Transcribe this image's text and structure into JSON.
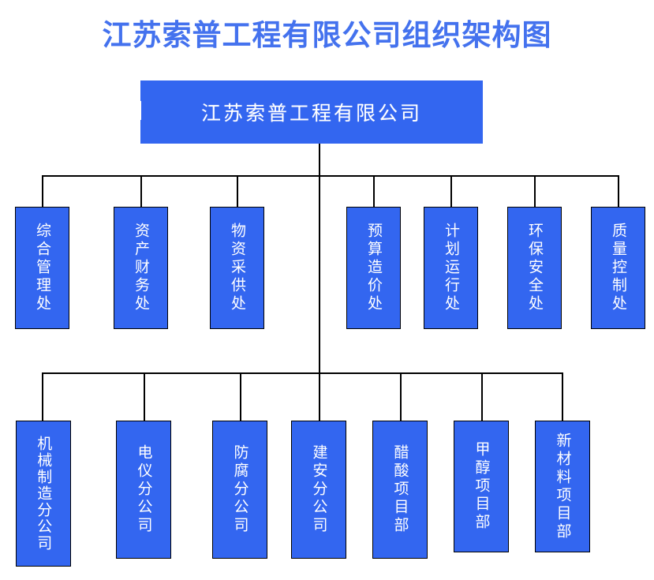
{
  "title": "江苏索普工程有限公司组织架构图",
  "colors": {
    "title_blue": "#4472EE",
    "box_fill": "#3366F0",
    "box_border": "#000000",
    "box_text": "#FFFFFF",
    "background": "#FFFFFF",
    "connector": "#000000"
  },
  "root": {
    "label": "江苏索普工程有限公司"
  },
  "departments": [
    {
      "label": "综合管理处"
    },
    {
      "label": "资产财务处"
    },
    {
      "label": "物资采供处"
    },
    {
      "label": "预算造价处"
    },
    {
      "label": "计划运行处"
    },
    {
      "label": "环保安全处"
    },
    {
      "label": "质量控制处"
    }
  ],
  "subsidiaries": [
    {
      "label": "机械制造分公司"
    },
    {
      "label": "电仪分公司"
    },
    {
      "label": "防腐分公司"
    },
    {
      "label": "建安分公司"
    },
    {
      "label": "醋酸项目部"
    },
    {
      "label": "甲醇项目部"
    },
    {
      "label": "新材料项目部"
    }
  ]
}
